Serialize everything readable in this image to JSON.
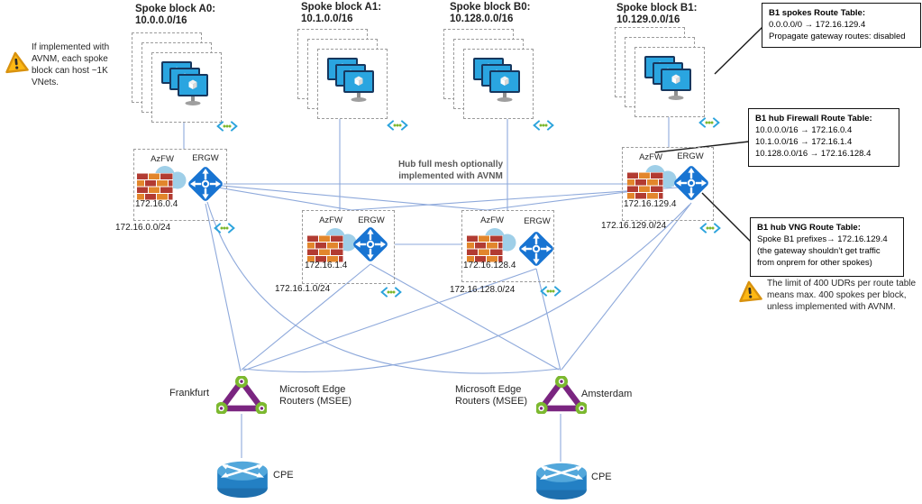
{
  "diagram": {
    "spoke_blocks": [
      {
        "title": "Spoke block A0:",
        "cidr": "10.0.0.0/16"
      },
      {
        "title": "Spoke block A1:",
        "cidr": "10.1.0.0/16"
      },
      {
        "title": "Spoke block B0:",
        "cidr": "10.128.0.0/16"
      },
      {
        "title": "Spoke block B1:",
        "cidr": "10.129.0.0/16"
      }
    ],
    "hubs": [
      {
        "fw_label": "AzFW",
        "gw_label": "ERGW",
        "fw_ip": "172.16.0.4",
        "cidr": "172.16.0.0/24"
      },
      {
        "fw_label": "AzFW",
        "gw_label": "ERGW",
        "fw_ip": "172.16.1.4",
        "cidr": "172.16.1.0/24"
      },
      {
        "fw_label": "AzFW",
        "gw_label": "ERGW",
        "fw_ip": "172.16.128.4",
        "cidr": "172.16.128.0/24"
      },
      {
        "fw_label": "AzFW",
        "gw_label": "ERGW",
        "fw_ip": "172.16.129.4",
        "cidr": "172.16.129.0/24"
      }
    ],
    "center_note": {
      "line1": "Hub full mesh optionally",
      "line2": "implemented with AVNM"
    },
    "notes": {
      "avnm": "If implemented with AVNM, each spoke block can host ~1K VNets.",
      "udr_limit": "The limit of 400 UDRs per route table means max. 400 spokes per block, unless implemented with AVNM."
    },
    "route_tables": [
      {
        "title": "B1 spokes Route Table:",
        "lines": [
          "0.0.0.0/0 → 172.16.129.4",
          "Propagate gateway routes: disabled"
        ]
      },
      {
        "title": "B1 hub Firewall Route Table:",
        "lines": [
          "10.0.0.0/16 → 172.16.0.4",
          "10.1.0.0/16 → 172.16.1.4",
          "10.128.0.0/16 → 172.16.128.4"
        ]
      },
      {
        "title": "B1 hub VNG Route Table:",
        "lines": [
          "Spoke B1 prefixes→ 172.16.129.4",
          "(the gateway shouldn’t get traffic",
          "from onprem for other spokes)"
        ]
      }
    ],
    "edge_sites": [
      {
        "city": "Frankfurt",
        "label_line1": "Microsoft Edge",
        "label_line2": "Routers (MSEE)",
        "cpe_label": "CPE"
      },
      {
        "city": "Amsterdam",
        "label_line1": "Microsoft Edge",
        "label_line2": "Routers (MSEE)",
        "cpe_label": "CPE"
      }
    ],
    "colors": {
      "connection_line": "#8EA9DB",
      "callout_line": "#1a1a1a",
      "dashed_border": "#9B9B9B",
      "ergw_blue": "#1874D2",
      "firewall_red": "#B23B32",
      "firewall_orange": "#E2862C",
      "cloud_blue": "#9FCFE8",
      "vm_screen_blue": "#2AA5E0",
      "msee_purple": "#7A2580",
      "msee_green": "#7CB82F",
      "warning_yellow": "#FDB813",
      "cpe_blue_top": "#52A7DB",
      "cpe_blue_body": "#2380C4"
    }
  }
}
